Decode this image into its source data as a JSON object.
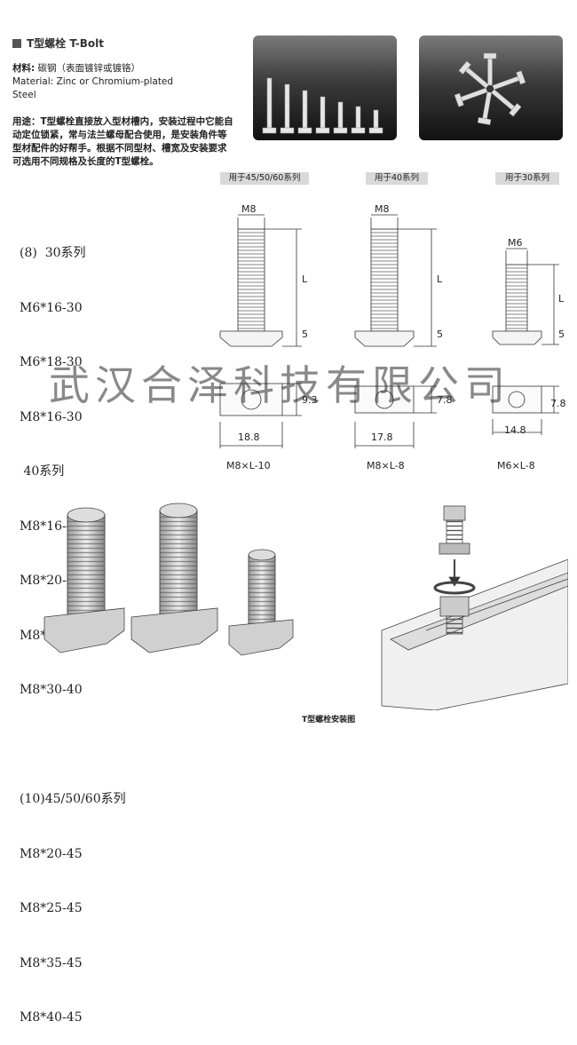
{
  "heading": {
    "title": "T型螺栓 T-Bolt"
  },
  "material": {
    "label": "材料:",
    "cn": "碳钢（表面镀锌或镀铬）",
    "en_line1": "Material: Zinc or Chromium-plated",
    "en_line2": "Steel"
  },
  "usage": {
    "text": "用途：T型螺栓直接放入型材槽内，安装过程中它能自动定位锁紧，常与法兰螺母配合使用，是安装角件等型材配件的好帮手。根据不同型材、槽宽及安装要求可选用不同规格及长度的T型螺栓。"
  },
  "spec_list": [
    "(8)  30系列",
    "M6*16-30",
    "M6*18-30",
    "M8*16-30",
    " 40系列",
    "M8*16-40",
    "M8*20-40",
    "M8*25-40",
    "M8*30-40",
    "",
    "(10)45/50/60系列",
    "M8*20-45",
    "M8*25-45",
    "M8*35-45",
    "M8*40-45"
  ],
  "series": [
    {
      "label": "用于45/50/60系列",
      "thread": "M8",
      "length_label": "L",
      "head_h": "5",
      "width": "18.8",
      "height": "9.3",
      "model": "M8×L-10"
    },
    {
      "label": "用于40系列",
      "thread": "M8",
      "length_label": "L",
      "head_h": "5",
      "width": "17.8",
      "height": "7.8",
      "model": "M8×L-8"
    },
    {
      "label": "用于30系列",
      "thread": "M6",
      "length_label": "L",
      "head_h": "5",
      "width": "14.8",
      "height": "7.8",
      "model": "M6×L-8"
    }
  ],
  "watermark": "武汉合泽科技有限公司",
  "install_caption": "T型螺栓安装图",
  "colors": {
    "photo_dark": "#1a1a1a",
    "series_bar": "#d9d9d9",
    "text": "#222222"
  }
}
